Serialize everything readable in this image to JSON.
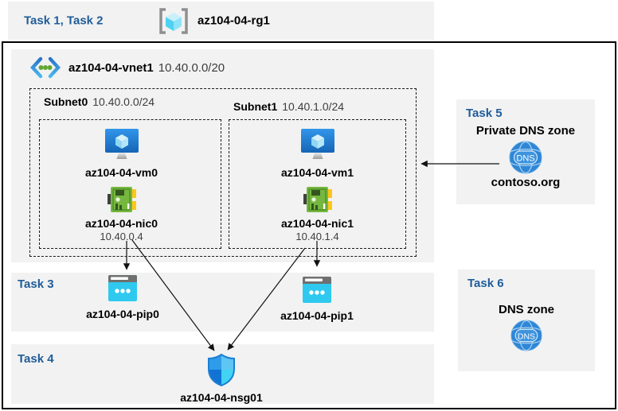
{
  "colors": {
    "task_label": "#1f5c99",
    "band_bg": "#f2f2f2",
    "text_muted": "#3d3d3d",
    "arrow": "#111111"
  },
  "header": {
    "tasks_label": "Task 1, Task 2",
    "resource_group_name": "az104-04-rg1"
  },
  "vnet": {
    "name": "az104-04-vnet1",
    "cidr": "10.40.0.0/20",
    "subnets": [
      {
        "name": "Subnet0",
        "cidr": "10.40.0.0/24",
        "vm_name": "az104-04-vm0",
        "nic_name": "az104-04-nic0",
        "nic_ip": "10.40.0.4"
      },
      {
        "name": "Subnet1",
        "cidr": "10.40.1.0/24",
        "vm_name": "az104-04-vm1",
        "nic_name": "az104-04-nic1",
        "nic_ip": "10.40.1.4"
      }
    ]
  },
  "task3": {
    "label": "Task 3",
    "pip0_name": "az104-04-pip0",
    "pip1_name": "az104-04-pip1"
  },
  "task4": {
    "label": "Task 4",
    "nsg_name": "az104-04-nsg01"
  },
  "task5": {
    "label": "Task 5",
    "title": "Private DNS zone",
    "zone_name": "contoso.org"
  },
  "task6": {
    "label": "Task 6",
    "title": "DNS zone"
  },
  "icons": {
    "resource_group": "resource-group-icon",
    "virtual_network": "virtual-network-icon",
    "virtual_machine": "virtual-machine-icon",
    "network_interface": "network-interface-icon",
    "public_ip": "public-ip-icon",
    "nsg": "nsg-shield-icon",
    "dns": "dns-zone-icon",
    "dns_label": "DNS"
  }
}
